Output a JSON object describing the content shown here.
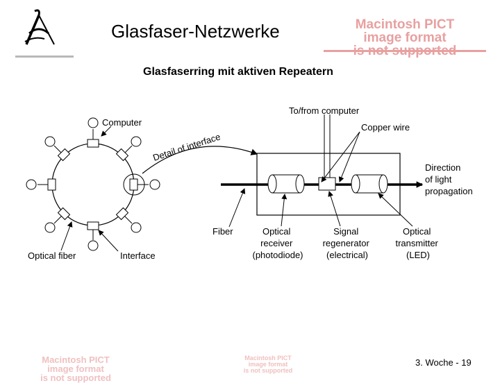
{
  "header": {
    "title": "Glasfaser-Netzwerke",
    "subtitle": "Glasfaserring mit aktiven Repeatern"
  },
  "placeholders": {
    "pict_top": [
      "Macintosh PICT",
      "image format",
      "is not supported"
    ],
    "pict_bottom_left": [
      "Macintosh PICT",
      "image format",
      "is not supported"
    ],
    "pict_bottom_mid": [
      "Macintosh PICT",
      "image format",
      "is not supported"
    ]
  },
  "diagram": {
    "labels": {
      "computer": "Computer",
      "detail": "Detail of interface",
      "to_from_computer": "To/from computer",
      "copper_wire": "Copper wire",
      "direction_1": "Direction",
      "direction_2": "of light",
      "direction_3": "propagation",
      "fiber": "Fiber",
      "optical_1": "Optical",
      "optical_2": "receiver",
      "optical_3": "(photodiode)",
      "signal_1": "Signal",
      "signal_2": "regenerator",
      "signal_3": "(electrical)",
      "transmitter_1": "Optical",
      "transmitter_2": "transmitter",
      "transmitter_3": "(LED)",
      "optical_fiber": "Optical fiber",
      "interface": "Interface"
    }
  },
  "footer": {
    "slide_number": "3. Woche - 19"
  }
}
